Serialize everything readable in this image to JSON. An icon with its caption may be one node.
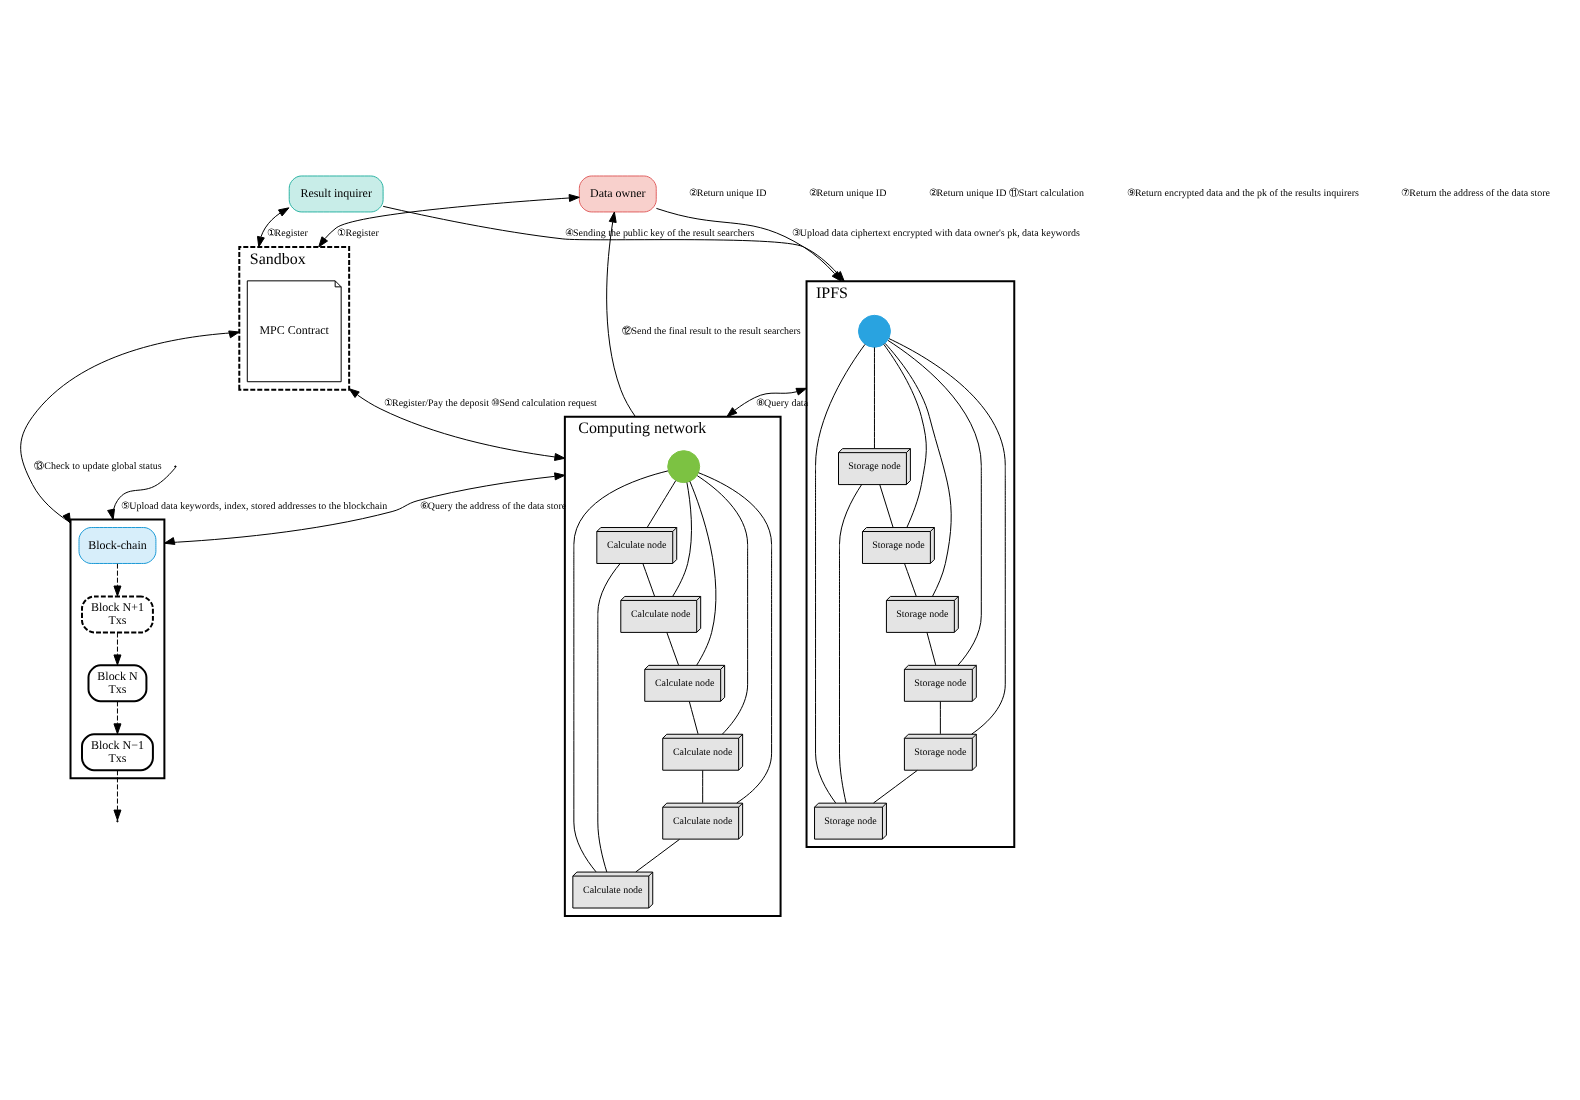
{
  "diagram": {
    "nodes": [
      {
        "text": [
          "Result inquirer"
        ]
      },
      {
        "text": [
          "Data owner"
        ]
      },
      {
        "text": [
          "Sandbox"
        ]
      },
      {
        "text": [
          "MPC Contract"
        ],
        "in": 2
      },
      {
        "text": [],
        "shape": "box"
      },
      {
        "text": [
          "Block-chain"
        ],
        "in": 4
      },
      {
        "text": [
          "Block N+1",
          "Txs"
        ],
        "in": 4
      },
      {
        "text": [
          "Block N",
          "Txs"
        ],
        "in": 4
      },
      {
        "text": [
          "Block N−1",
          "Txs"
        ],
        "in": 4
      },
      {
        "text": [
          "IPFS"
        ]
      },
      {
        "text": [],
        "shape": "circle",
        "in": 9
      },
      {
        "text": [
          "Storage node"
        ],
        "in": 9
      },
      {
        "text": [
          "Storage node"
        ],
        "in": 9
      },
      {
        "text": [
          "Storage node"
        ],
        "in": 9
      },
      {
        "text": [
          "Storage node"
        ],
        "in": 9
      },
      {
        "text": [
          "Storage node"
        ],
        "in": 9
      },
      {
        "text": [
          "Storage node"
        ],
        "in": 9
      },
      {
        "text": [
          "Computing network"
        ]
      },
      {
        "text": [],
        "shape": "circle",
        "in": 17
      },
      {
        "text": [
          "Calculate node"
        ],
        "in": 17
      },
      {
        "text": [
          "Calculate node"
        ],
        "in": 17
      },
      {
        "text": [
          "Calculate node"
        ],
        "in": 17
      },
      {
        "text": [
          "Calculate node"
        ],
        "in": 17
      },
      {
        "text": [
          "Calculate node"
        ],
        "in": 17
      },
      {
        "text": [
          "Calculate node"
        ],
        "in": 17
      }
    ],
    "edges": [
      {
        "from": 0,
        "to": 2,
        "arrow": "both",
        "label": "①Register"
      },
      {
        "from": 1,
        "to": 2,
        "arrow": "both",
        "label": "①Register"
      },
      {
        "from": 17,
        "to": 1,
        "arrow": "to",
        "label": "⑫Send the final result to the result searchers"
      },
      {
        "from": 0,
        "to": 9,
        "arrow": "to",
        "label": "④Sending the public key of the result searchers"
      },
      {
        "from": 1,
        "to": 9,
        "arrow": "to",
        "label": "③Upload data ciphertext encrypted with data owner's pk, data keywords"
      },
      {
        "from": 2,
        "to": 4,
        "arrow": "both",
        "label": "⑬Check to update global status"
      },
      {
        "from": 2,
        "to": 17,
        "arrow": "both",
        "label": "①Register/Pay the deposit ⑩Send calculation request"
      },
      {
        "from": 9,
        "to": 17,
        "arrow": "both",
        "label": "⑧Query data"
      },
      {
        "from": 17,
        "to": 4,
        "arrow": "both",
        "label": "⑥Query the address of the data store"
      },
      {
        "from": null,
        "to": 4,
        "arrow": "to",
        "label": "⑤Upload data keywords, index, stored addresses to the blockchain"
      },
      {
        "from": 5,
        "to": 6,
        "arrow": "to",
        "style": "dashed"
      },
      {
        "from": 6,
        "to": 7,
        "arrow": "to",
        "style": "dashed"
      },
      {
        "from": 7,
        "to": 8,
        "arrow": "to",
        "style": "dashed"
      },
      {
        "from": 8,
        "to": null,
        "arrow": "to",
        "style": "dashed"
      },
      {
        "from": 11,
        "to": 12,
        "arrow": "none"
      },
      {
        "from": 12,
        "to": 14,
        "arrow": "none"
      },
      {
        "from": 14,
        "to": 16,
        "arrow": "none"
      },
      {
        "from": 16,
        "to": 15,
        "arrow": "none"
      },
      {
        "from": 15,
        "to": 13,
        "arrow": "none"
      },
      {
        "from": 13,
        "to": 11,
        "arrow": "none"
      },
      {
        "from": 10,
        "to": 11,
        "arrow": "none"
      },
      {
        "from": 10,
        "to": 12,
        "arrow": "none"
      },
      {
        "from": 10,
        "to": 13,
        "arrow": "none"
      },
      {
        "from": 10,
        "to": 14,
        "arrow": "none"
      },
      {
        "from": 10,
        "to": 15,
        "arrow": "none"
      },
      {
        "from": 10,
        "to": 16,
        "arrow": "none"
      },
      {
        "from": 19,
        "to": 20,
        "arrow": "none"
      },
      {
        "from": 20,
        "to": 22,
        "arrow": "none"
      },
      {
        "from": 22,
        "to": 24,
        "arrow": "none"
      },
      {
        "from": 24,
        "to": 23,
        "arrow": "none"
      },
      {
        "from": 23,
        "to": 21,
        "arrow": "none"
      },
      {
        "from": 21,
        "to": 19,
        "arrow": "none"
      },
      {
        "from": 18,
        "to": 19,
        "arrow": "none"
      },
      {
        "from": 18,
        "to": 20,
        "arrow": "none"
      },
      {
        "from": 18,
        "to": 21,
        "arrow": "none"
      },
      {
        "from": 18,
        "to": 22,
        "arrow": "none"
      },
      {
        "from": 18,
        "to": 23,
        "arrow": "none"
      },
      {
        "from": 18,
        "to": 24,
        "arrow": "none"
      }
    ],
    "labels": [
      "②Return unique ID",
      "②Return unique ID",
      "②Return unique ID ⑪Start calculation",
      "⑨Return encrypted data and the pk of the results inquirers",
      "⑦Return the address of the data store"
    ]
  }
}
